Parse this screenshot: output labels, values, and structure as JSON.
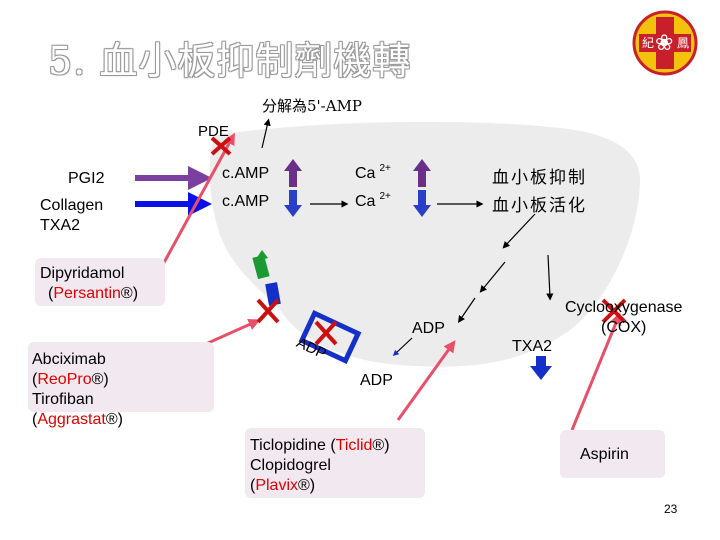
{
  "slide": {
    "title": "5. 血小板抑制劑機轉",
    "page_number": "23"
  },
  "logo": {
    "left_char": "紀",
    "right_char": "鳳",
    "center_glyph": "❀"
  },
  "labels": {
    "breakdown": "分解為5'-AMP",
    "pde": "PDE",
    "pgi2": "PGI2",
    "collagen_line1": "Collagen",
    "collagen_line2": "TXA2",
    "camp_1": "c.AMP",
    "camp_2": "c.AMP",
    "ca_1": "Ca",
    "ca_1_sup": "2+",
    "ca_2": "Ca",
    "ca_2_sup": "2+",
    "platelet_inhibit": "血小板抑制",
    "platelet_activate": "血小板活化",
    "adp_right": "ADP",
    "adp_lower": "ADP",
    "adp_receptor": "ADP",
    "cox_line1": "Cyclooxygenase",
    "cox_line2": "(COX)",
    "txa2": "TXA2"
  },
  "drugs": {
    "dipyridamol_generic": "Dipyridamol",
    "dipyridamol_paren_open": "(",
    "dipyridamol_brand": "Persantin",
    "dipyridamol_paren_close": "®)",
    "abciximab_generic": "Abciximab",
    "abciximab_paren_open": "(",
    "abciximab_brand": "Reo",
    "abciximab_brand_2": "Pro",
    "abciximab_paren_close": "®)",
    "tirofiban_generic": "Tirofiban",
    "tirofiban_paren_open": "(",
    "tirofiban_brand": "Aggrastat",
    "tirofiban_paren_close": "®)",
    "ticlopidine_generic": "Ticlopidine (",
    "ticlopidine_brand": "Ticlid",
    "ticlopidine_paren_close": "®)",
    "clopidogrel_generic": "Clopidogrel",
    "clopidogrel_paren_open": "(",
    "clopidogrel_brand": "Plavix",
    "clopidogrel_paren_close": "®)",
    "aspirin": "Aspirin"
  },
  "colors": {
    "slide_background": "#ffffff",
    "platelet_fill": "#ececec",
    "drug_box": "#f2e8f0",
    "pgi2_arrow": "#7b3fa0",
    "collagen_arrow": "#0a10e8",
    "inhibit_arrow": "#e8506a",
    "up_arrow": "#6a2f8a",
    "down_arrow": "#2a3fc8",
    "block_cross": "#cc1010",
    "brand_text": "#e00000",
    "receptor_green": "#1a9a30",
    "receptor_blue": "#1530c8"
  }
}
